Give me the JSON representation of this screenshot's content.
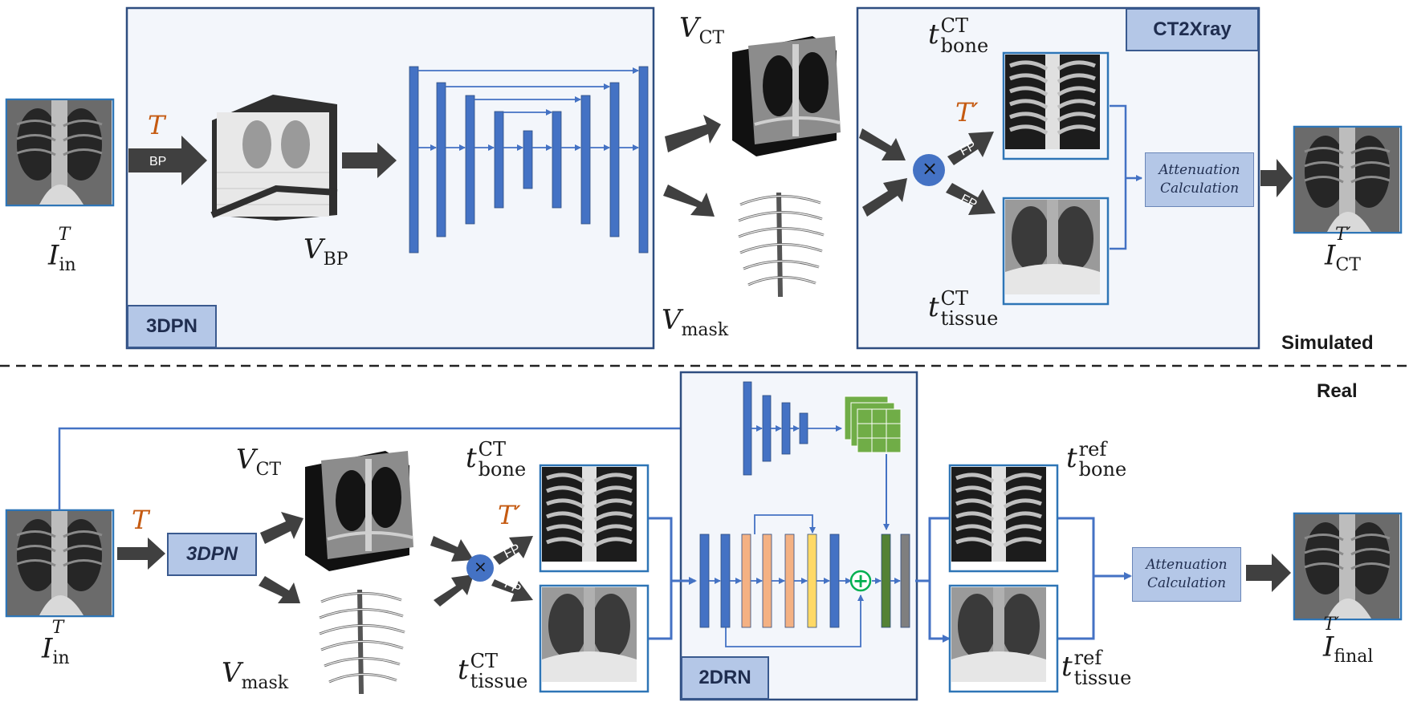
{
  "panels": {
    "three_dpn": "3DPN",
    "ct2xray": "CT2Xray",
    "two_drn": "2DRN",
    "three_dpn_block": "3DPN"
  },
  "sections": {
    "simulated": "Simulated",
    "real": "Real"
  },
  "symbols": {
    "T": "T",
    "T_prime": "T′",
    "I": "I",
    "V": "V",
    "t": "t",
    "sub_in": "in",
    "sub_CT": "CT",
    "sub_final": "final",
    "sub_BP": "BP",
    "sub_mask": "mask",
    "sub_bone": "bone",
    "sub_tissue": "tissue",
    "sup_T": "T",
    "sup_Tp": "T′",
    "sup_CT": "CT",
    "sup_ref": "ref",
    "multiply": "×",
    "plus": "+"
  },
  "ops": {
    "bp": "BP",
    "fp": "FP"
  },
  "attenuation": {
    "line1": "Attenuation",
    "line2": "Calculation"
  },
  "colors": {
    "panel_fill": "#f3f6fb",
    "panel_border": "#2e4d80",
    "unet_blue": "#4472c4",
    "arrow_dark": "#404040",
    "label_fill": "#b4c7e7",
    "orange_bar": "#f4b183",
    "yellow_bar": "#ffd966",
    "green_bar": "#548235",
    "gray_bar": "#7f7f7f",
    "feature_green": "#70ad47",
    "plus_green": "#00b050",
    "T_color": "#c55a11"
  },
  "icons": [
    "xray-thumbnail",
    "ct-volume",
    "bone-mask-volume",
    "backprojection-volume",
    "feature-map-stack",
    "multiply-node",
    "sum-node"
  ]
}
